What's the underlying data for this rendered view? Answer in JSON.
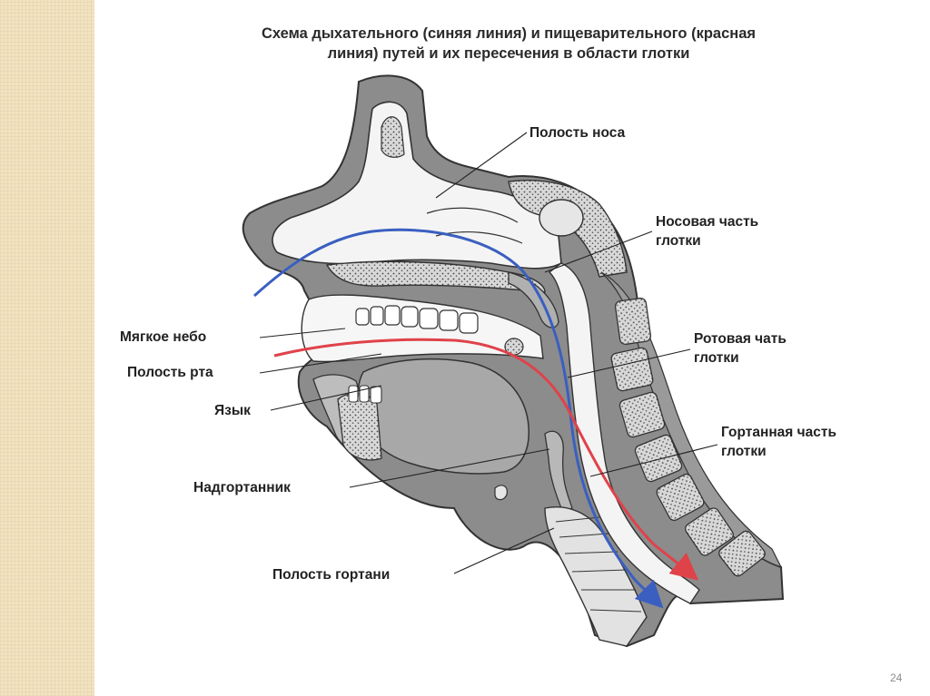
{
  "title": {
    "line1": "Схема дыхательного (синяя линия) и пищеварительного (красная",
    "line2": "линия) путей и их пересечения в области глотки"
  },
  "labels": {
    "nasal_cavity": "Полость носа",
    "nasopharynx_1": "Носовая часть",
    "nasopharynx_2": "глотки",
    "soft_palate": "Мягкое небо",
    "oral_cavity": "Полость рта",
    "tongue": "Язык",
    "oropharynx_1": "Ротовая чать",
    "oropharynx_2": "глотки",
    "laryngopharynx_1": "Гортанная часть",
    "laryngopharynx_2": "глотки",
    "epiglottis": "Надгортанник",
    "larynx_cavity": "Полость гортани"
  },
  "colors": {
    "respiratory_line": "#3a5fc0",
    "digestive_line": "#e0424a",
    "tissue": "#8c8c8c",
    "sidebar": "#f3e3bf"
  },
  "page_number": "24"
}
